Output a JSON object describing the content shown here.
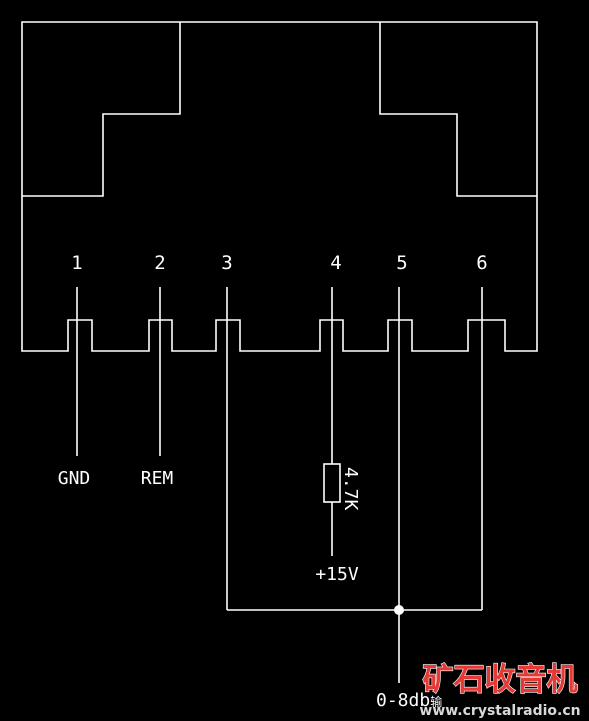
{
  "pins": [
    {
      "number": "1",
      "signal": "GND"
    },
    {
      "number": "2",
      "signal": "REM"
    },
    {
      "number": "3",
      "signal": ""
    },
    {
      "number": "4",
      "signal": ""
    },
    {
      "number": "5",
      "signal": ""
    },
    {
      "number": "6",
      "signal": ""
    }
  ],
  "resistor": {
    "value": "4.7K"
  },
  "supply": {
    "label": "+15V"
  },
  "output": {
    "label": "0-8db",
    "suffix": "输"
  },
  "watermark": {
    "name": "矿石收音机",
    "url": "www.crystalradio.cn"
  },
  "colors": {
    "background": "#000000",
    "line": "#ffffff",
    "watermark_fill": "#e53935",
    "watermark_url": "#d9d9d9"
  }
}
